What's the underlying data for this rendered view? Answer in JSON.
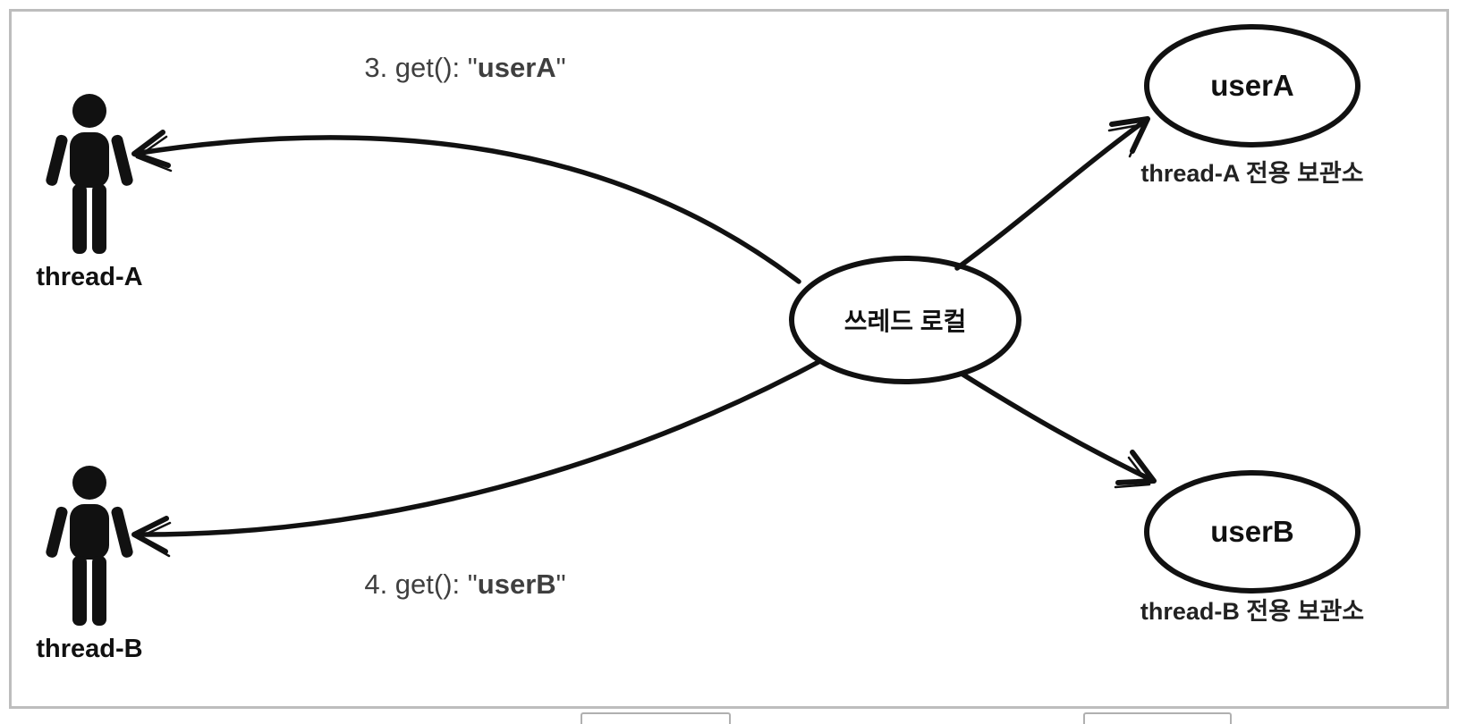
{
  "diagram": {
    "actors": [
      {
        "label": "thread-A"
      },
      {
        "label": "thread-B"
      }
    ],
    "center": {
      "label": "쓰레드 로컬"
    },
    "stores": [
      {
        "label": "userA",
        "caption": "thread-A 전용 보관소"
      },
      {
        "label": "userB",
        "caption": "thread-B 전용 보관소"
      }
    ],
    "calls": [
      {
        "prefix": "3. get(): \"",
        "value": "userA",
        "suffix": "\""
      },
      {
        "prefix": "4. get(): \"",
        "value": "userB",
        "suffix": "\""
      }
    ],
    "colors": {
      "ink": "#111111",
      "call_text": "#3f3f3f",
      "frame_border": "#bdbdbd"
    }
  }
}
